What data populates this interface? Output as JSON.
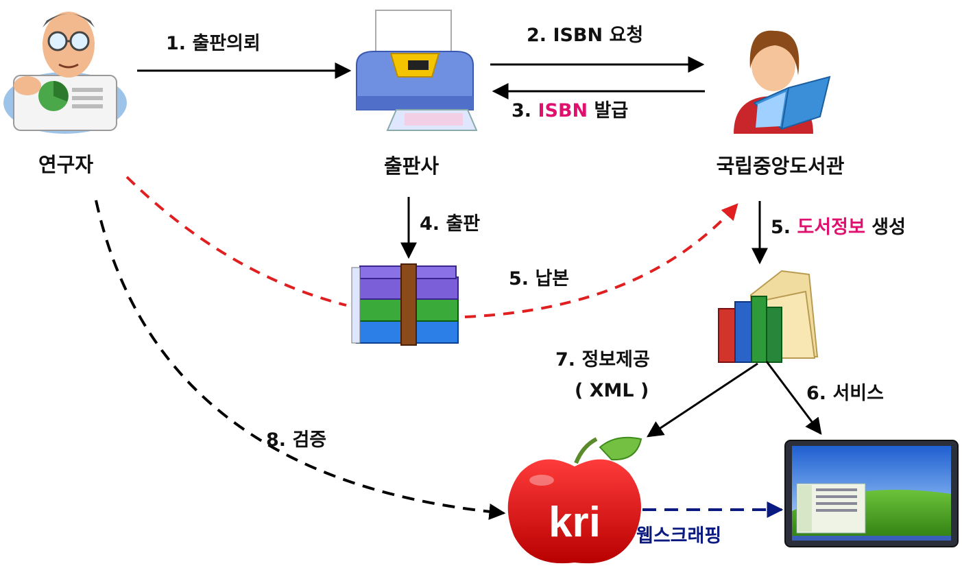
{
  "nodes": {
    "researcher": "연구자",
    "publisher": "출판사",
    "library": "국립중앙도서관"
  },
  "steps": {
    "s1": "1. 출판의뢰",
    "s2": "2. ISBN 요청",
    "s3_num": "3.",
    "s3_isbn": "ISBN",
    "s3_rest": "발급",
    "s4": "4. 출판",
    "s5_deposit": "5. 납본",
    "s5_num": "5.",
    "s5_info": "도서정보",
    "s5_rest": "생성",
    "s6": "6. 서비스",
    "s7_line1": "7. 정보제공",
    "s7_line2": "( XML )",
    "s8": "8. 검증",
    "webscraping": "웹스크래핑"
  },
  "logo": {
    "text": "kri"
  },
  "colors": {
    "arrow": "#000000",
    "deposit_dashed": "#e02020",
    "highlight_text": "#e0106e",
    "scraping": "#0a1a80"
  },
  "icons": [
    "researcher-icon",
    "printer-icon",
    "librarian-icon",
    "books-icon",
    "folder-books-icon",
    "kri-apple-logo",
    "desktop-screen-icon"
  ]
}
